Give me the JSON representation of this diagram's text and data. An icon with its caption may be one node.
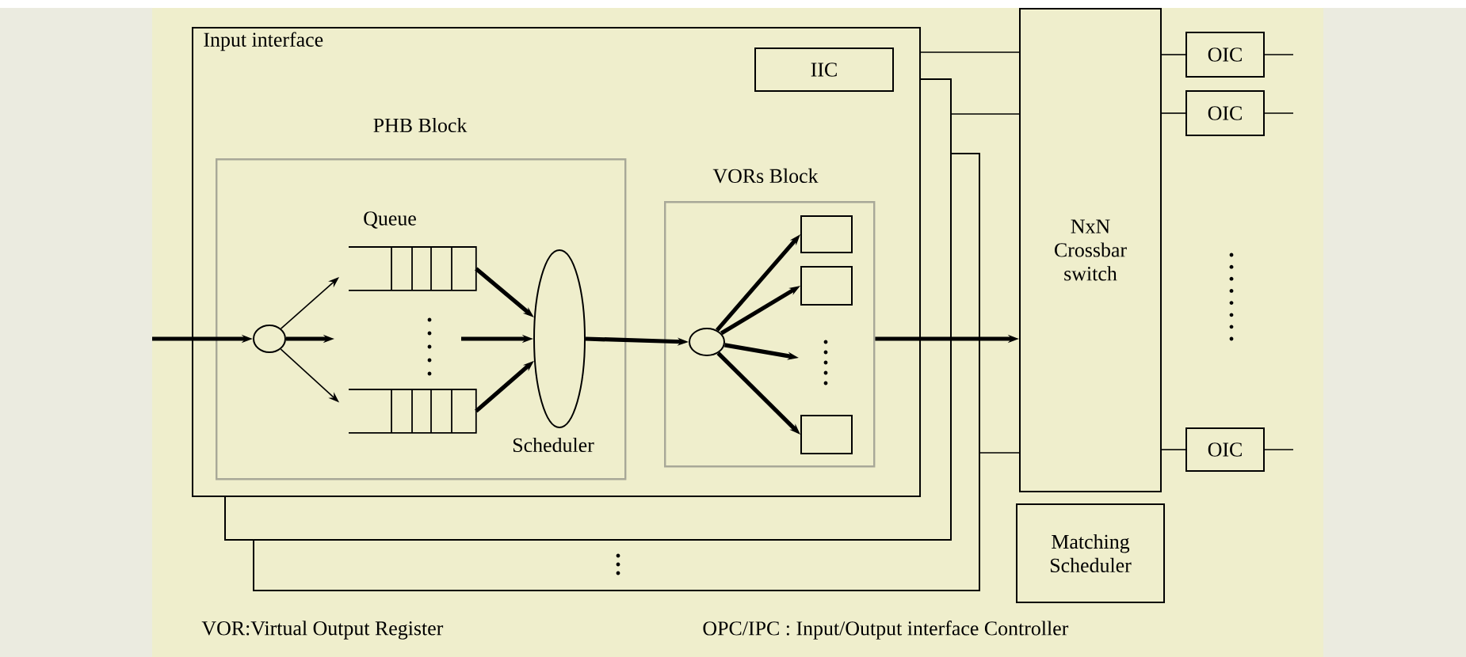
{
  "diagram": {
    "nodes": [
      {
        "text": [
          "Input interface"
        ]
      },
      {
        "text": [
          "IIC"
        ],
        "in": 0
      },
      {
        "text": [
          "PHB Block"
        ],
        "in": 0
      },
      {
        "text": [],
        "shape": "circle",
        "in": 2
      },
      {
        "text": [
          "Queue"
        ],
        "in": 2
      },
      {
        "text": [],
        "shape": "box",
        "in": 2
      },
      {
        "text": [
          "Scheduler"
        ],
        "in": 2
      },
      {
        "text": [
          "VORs Block"
        ],
        "in": 0
      },
      {
        "text": [],
        "shape": "circle",
        "in": 7
      },
      {
        "text": [],
        "shape": "box",
        "in": 7
      },
      {
        "text": [],
        "shape": "box",
        "in": 7
      },
      {
        "text": [],
        "shape": "box",
        "in": 7
      },
      {
        "text": [
          "NxN Crossbar switch"
        ]
      },
      {
        "text": [
          "Matching Scheduler"
        ]
      },
      {
        "text": [
          "OIC"
        ]
      },
      {
        "text": [
          "OIC"
        ]
      },
      {
        "text": [
          "OIC"
        ]
      }
    ],
    "edges": [
      {
        "from": null,
        "to": 3,
        "arrow": "to",
        "style": "thick"
      },
      {
        "from": 3,
        "to": 4,
        "arrow": "to"
      },
      {
        "from": 3,
        "to": null,
        "arrow": "to",
        "style": "thick"
      },
      {
        "from": 3,
        "to": 5,
        "arrow": "to"
      },
      {
        "from": null,
        "to": 6,
        "arrow": "to",
        "style": "thick"
      },
      {
        "from": 4,
        "to": 6,
        "arrow": "to",
        "style": "thick"
      },
      {
        "from": 5,
        "to": 6,
        "arrow": "to",
        "style": "thick"
      },
      {
        "from": 6,
        "to": 8,
        "arrow": "to",
        "style": "thick"
      },
      {
        "from": 8,
        "to": 9,
        "arrow": "to",
        "style": "thick"
      },
      {
        "from": 8,
        "to": 10,
        "arrow": "to",
        "style": "thick"
      },
      {
        "from": 8,
        "to": null,
        "arrow": "to",
        "style": "thick"
      },
      {
        "from": 8,
        "to": 11,
        "arrow": "to",
        "style": "thick"
      },
      {
        "from": 7,
        "to": 12,
        "arrow": "to",
        "style": "thick"
      },
      {
        "from": 0,
        "to": 12,
        "arrow": "none"
      },
      {
        "from": null,
        "to": 12,
        "arrow": "none"
      },
      {
        "from": null,
        "to": 12,
        "arrow": "none"
      },
      {
        "from": 12,
        "to": 14,
        "arrow": "none"
      },
      {
        "from": 12,
        "to": 15,
        "arrow": "none"
      },
      {
        "from": 12,
        "to": 16,
        "arrow": "none"
      },
      {
        "from": 14,
        "to": null,
        "arrow": "none"
      },
      {
        "from": 15,
        "to": null,
        "arrow": "none"
      },
      {
        "from": 16,
        "to": null,
        "arrow": "none"
      }
    ],
    "labels": [
      "VOR:Virtual Output Register",
      "OPC/IPC : Input/Output interface Controller"
    ]
  }
}
